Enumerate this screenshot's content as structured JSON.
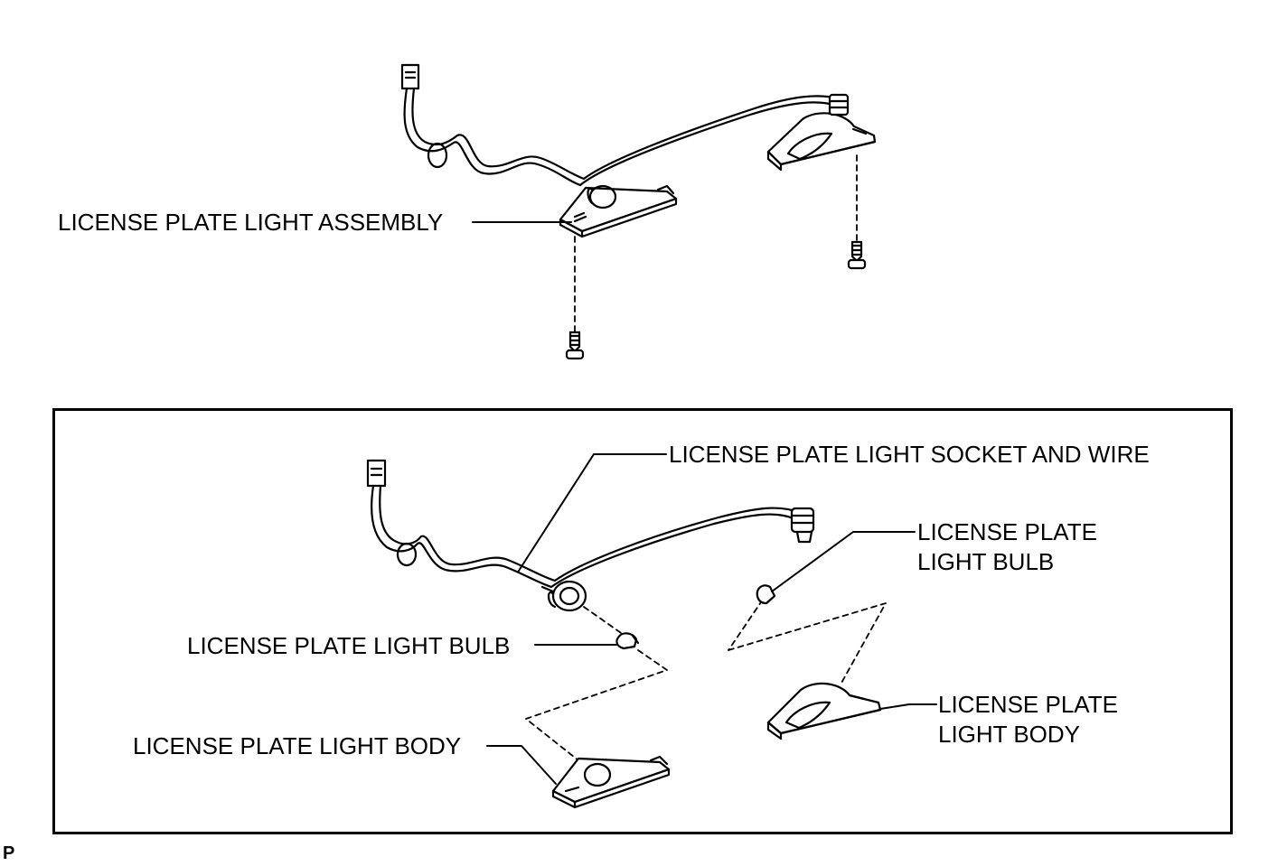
{
  "labels": {
    "assembly": "LICENSE PLATE LIGHT ASSEMBLY",
    "socket_and_wire": "LICENSE PLATE LIGHT SOCKET AND WIRE",
    "bulb_right_line1": "LICENSE PLATE",
    "bulb_right_line2": "LIGHT BULB",
    "bulb_left": "LICENSE PLATE LIGHT BULB",
    "body_left": "LICENSE PLATE LIGHT BODY",
    "body_right_line1": "LICENSE PLATE",
    "body_right_line2": "LIGHT BODY"
  },
  "figure_code": "P"
}
